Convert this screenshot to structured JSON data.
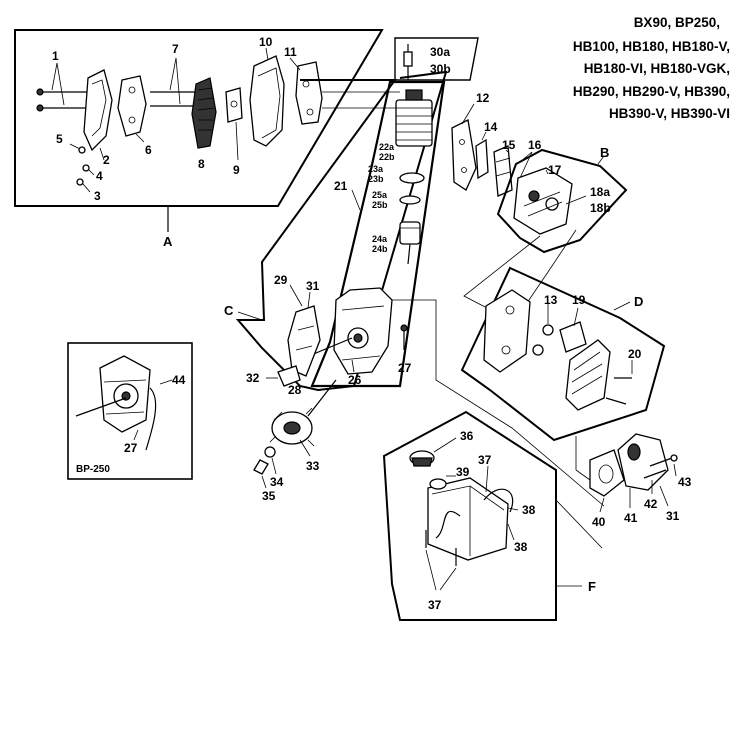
{
  "models": [
    "BX90,  BP250,",
    "HB100,  HB180,  HB180-V,",
    "HB180-VI,  HB180-VGK,",
    "HB290,  HB290-V,  HB390,",
    "HB390-V,  HB390-VI"
  ],
  "group_labels": {
    "A": "A",
    "B": "B",
    "C": "C",
    "D": "D",
    "F": "F"
  },
  "inset_label": "BP-250",
  "callouts": {
    "c1": "1",
    "c2": "2",
    "c3": "3",
    "c4": "4",
    "c5": "5",
    "c6": "6",
    "c7": "7",
    "c8": "8",
    "c9": "9",
    "c10": "10",
    "c11": "11",
    "c12": "12",
    "c13": "13",
    "c14": "14",
    "c15": "15",
    "c16": "16",
    "c17": "17",
    "c18a": "18a",
    "c18b": "18b",
    "c19": "19",
    "c20": "20",
    "c21": "21",
    "c22a": "22a",
    "c22b": "22b",
    "c23a": "23a",
    "c23b": "23b",
    "c24a": "24a",
    "c24b": "24b",
    "c25a": "25a",
    "c25b": "25b",
    "c26": "26",
    "c27": "27",
    "c27i": "27",
    "c28": "28",
    "c29": "29",
    "c30a": "30a",
    "c30b": "30b",
    "c31": "31",
    "c31b": "31",
    "c32": "32",
    "c33": "33",
    "c34": "34",
    "c35": "35",
    "c36": "36",
    "c37": "37",
    "c37b": "37",
    "c38": "38",
    "c38b": "38",
    "c39": "39",
    "c40": "40",
    "c41": "41",
    "c42": "42",
    "c43": "43",
    "c44": "44"
  }
}
